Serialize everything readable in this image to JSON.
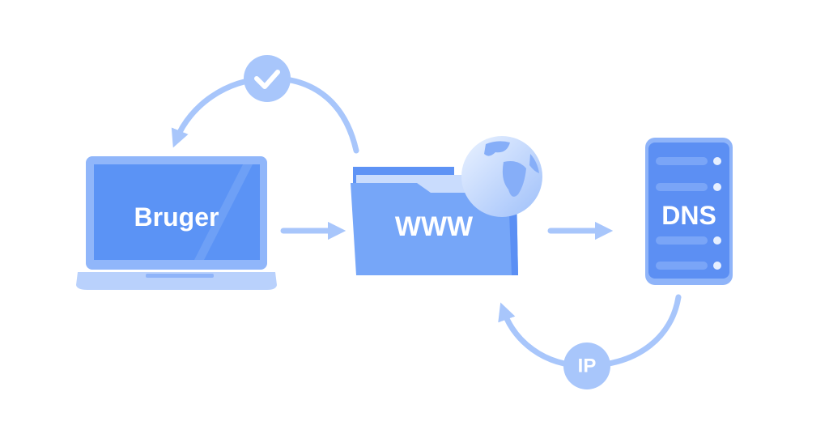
{
  "nodes": {
    "user": {
      "label": "Bruger",
      "icon": "laptop-icon"
    },
    "web": {
      "label": "WWW",
      "icon": "folder-globe-icon"
    },
    "dns": {
      "label": "DNS",
      "icon": "server-icon"
    }
  },
  "flows": {
    "return_badge": {
      "icon": "checkmark-icon"
    },
    "ip_badge": {
      "label": "IP"
    }
  },
  "colors": {
    "arrow": "#a8c6fb",
    "primary": "#5b93f5",
    "folder": "#76a6f8",
    "server": "#5c8ff3"
  }
}
